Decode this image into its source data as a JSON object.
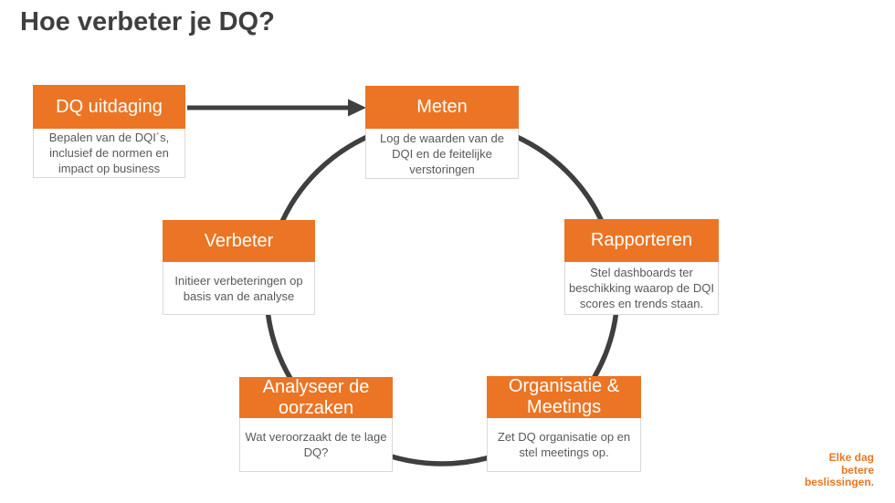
{
  "title": "Hoe verbeter je DQ?",
  "colors": {
    "accent_orange": "#eb7524",
    "logo_orange": "#e87722",
    "line_dark_gray": "#3f3f3f",
    "body_text_gray": "#595959",
    "body_border_gray": "#d9d9d9"
  },
  "nodes": [
    {
      "id": "dq-uitdaging",
      "label": "DQ uitdaging",
      "description": "Bepalen van de DQI´s, inclusief de normen en impact op business"
    },
    {
      "id": "meten",
      "label": "Meten",
      "description": "Log de waarden van de DQI en de feitelijke verstoringen"
    },
    {
      "id": "rapporteren",
      "label": "Rapporteren",
      "description": "Stel dashboards ter beschikking waarop de DQI scores en trends staan."
    },
    {
      "id": "organisatie-meetings",
      "label": "Organisatie & Meetings",
      "description": "Zet DQ organisatie op en stel meetings op."
    },
    {
      "id": "analyseer-oorzaken",
      "label": "Analyseer de oorzaken",
      "description": "Wat veroorzaakt de te lage DQ?"
    },
    {
      "id": "verbeter",
      "label": "Verbeter",
      "description": "Initieer verbeteringen op basis van de analyse"
    }
  ],
  "footer": {
    "tagline_lines": [
      "Elke dag",
      "betere",
      "beslissingen."
    ]
  }
}
